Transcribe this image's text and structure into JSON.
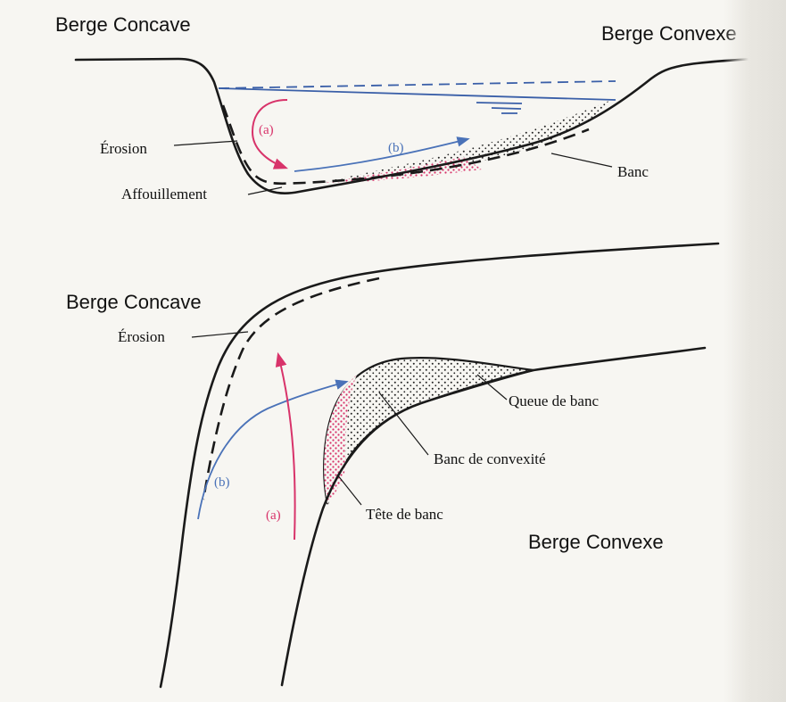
{
  "top_section": {
    "title_left": "Berge Concave",
    "title_right": "Berge Convexe",
    "erosion_label": "Érosion",
    "scour_label": "Affouillement",
    "bar_label": "Banc",
    "flow_a_label": "(a)",
    "flow_b_label": "(b)"
  },
  "bottom_section": {
    "title_left": "Berge Concave",
    "title_right": "Berge Convexe",
    "erosion_label": "Érosion",
    "bar_tail_label": "Queue de banc",
    "point_bar_label": "Banc de convexité",
    "bar_head_label": "Tête de banc",
    "flow_a_label": "(a)",
    "flow_b_label": "(b)"
  },
  "colors": {
    "bank_line": "#1a1a1a",
    "water_line": "#3a5fa8",
    "flow_b_arrow": "#4a72b8",
    "flow_a_arrow": "#d8336a",
    "bar_head_dots": "#d8336a",
    "bar_dots": "#222222"
  }
}
